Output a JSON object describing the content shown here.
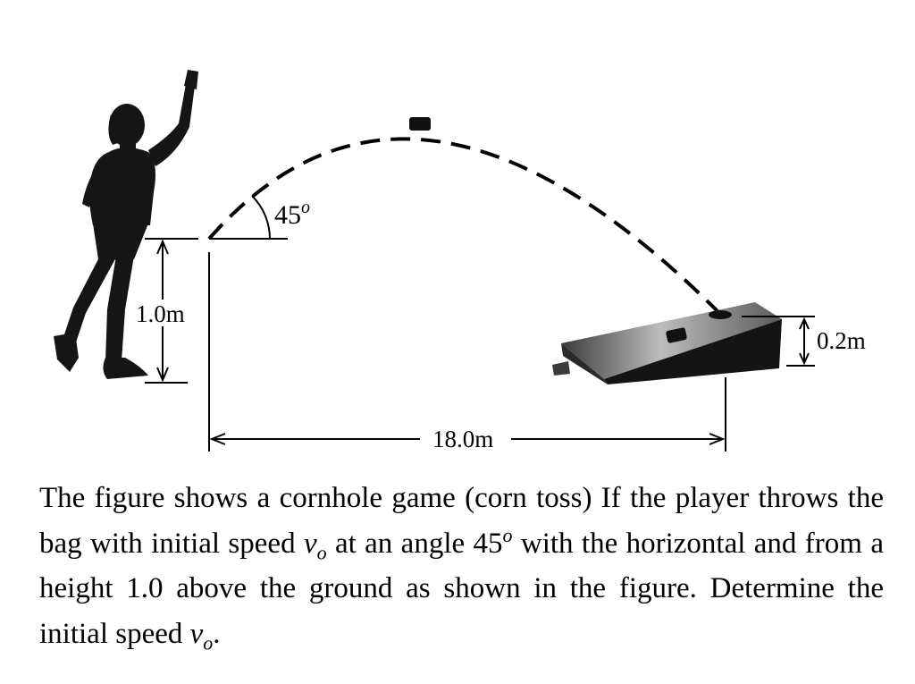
{
  "figure": {
    "angle_value": "45",
    "angle_sup": "o",
    "height_label": "1.0m",
    "distance_label": "18.0m",
    "board_height_label": "0.2m"
  },
  "problem": {
    "part1": "The figure shows a cornhole game (corn toss) If the player throws the bag with initial speed ",
    "v_symbol": "v",
    "v_sub": "o",
    "part2": " at an angle ",
    "angle": "45",
    "angle_sup": "o",
    "part3": " with the horizontal and from a height 1.0 above the ground as shown in the figure. Determine the initial speed ",
    "v_symbol_2": "v",
    "v_sub_2": "o",
    "part4": "."
  }
}
